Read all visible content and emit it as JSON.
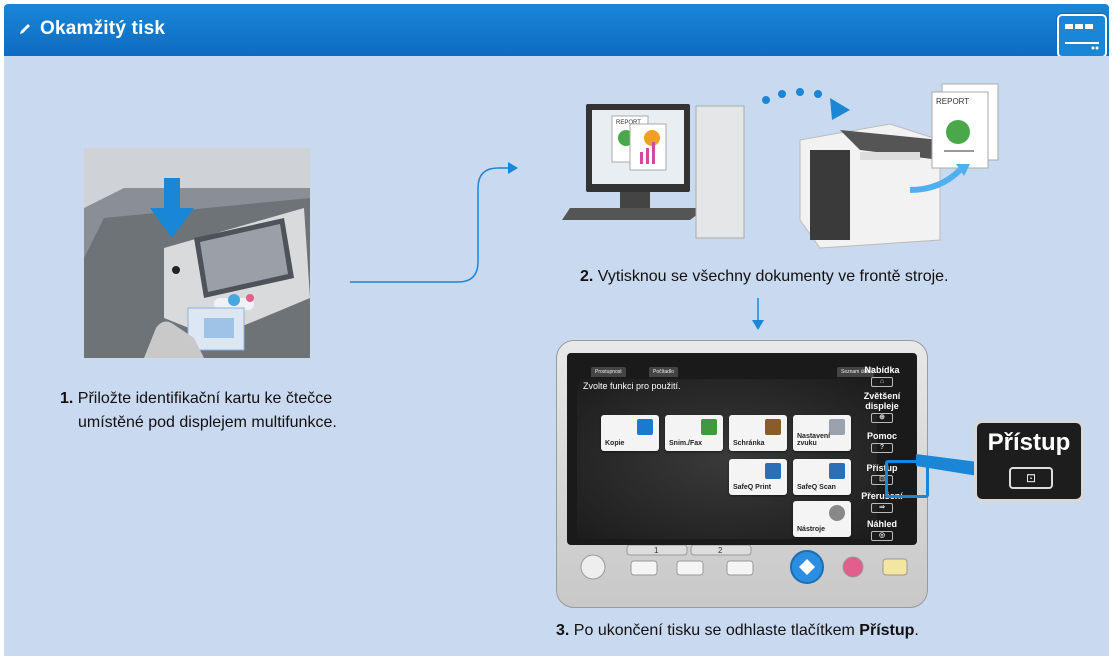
{
  "header": {
    "title": "Okamžitý tisk",
    "icons": {
      "title": "pencil-icon",
      "corner": "panel-icon"
    }
  },
  "colors": {
    "header": "#1a86d6",
    "panel": "#c9d9ef",
    "accent": "#1a86d6"
  },
  "steps": {
    "step1": {
      "num": "1.",
      "line1": "Přiložte  identifikační kartu ke čtečce",
      "line2": "umístěné pod displejem multifunkce."
    },
    "step2": {
      "num": "2.",
      "text": "Vytisknou se všechny dokumenty ve frontě stroje."
    },
    "step3": {
      "num": "3.",
      "text_before": "Po ukončení tisku se odhlaste tlačítkem",
      "bold": "Přístup",
      "text_after": "."
    }
  },
  "report_label": "REPORT",
  "mfp_screen": {
    "tabs": [
      "Prostupnost",
      "Počítadlo",
      "Seznam úloh"
    ],
    "prompt": "Zvolte funkci pro použití.",
    "functions": [
      {
        "label": "Kopie"
      },
      {
        "label": "Snim./Fax"
      },
      {
        "label": "Schránka"
      },
      {
        "label": "Nastavení zvuku"
      },
      {
        "label": "SafeQ Print"
      },
      {
        "label": "SafeQ Scan"
      },
      {
        "label": "Nástroje"
      }
    ],
    "side_menu": [
      {
        "label": "Nabídka",
        "btn": "⌂"
      },
      {
        "label": "Zvětšení displeje",
        "btn": "⊕"
      },
      {
        "label": "Pomoc",
        "btn": "?"
      },
      {
        "label": "Přístup",
        "btn": "⊡"
      },
      {
        "label": "Přerušení",
        "btn": "⇒"
      },
      {
        "label": "Náhled",
        "btn": "◎"
      }
    ],
    "keypad_labels": [
      "1",
      "2"
    ]
  },
  "callout": {
    "title": "Přístup",
    "btn": "⊡"
  }
}
